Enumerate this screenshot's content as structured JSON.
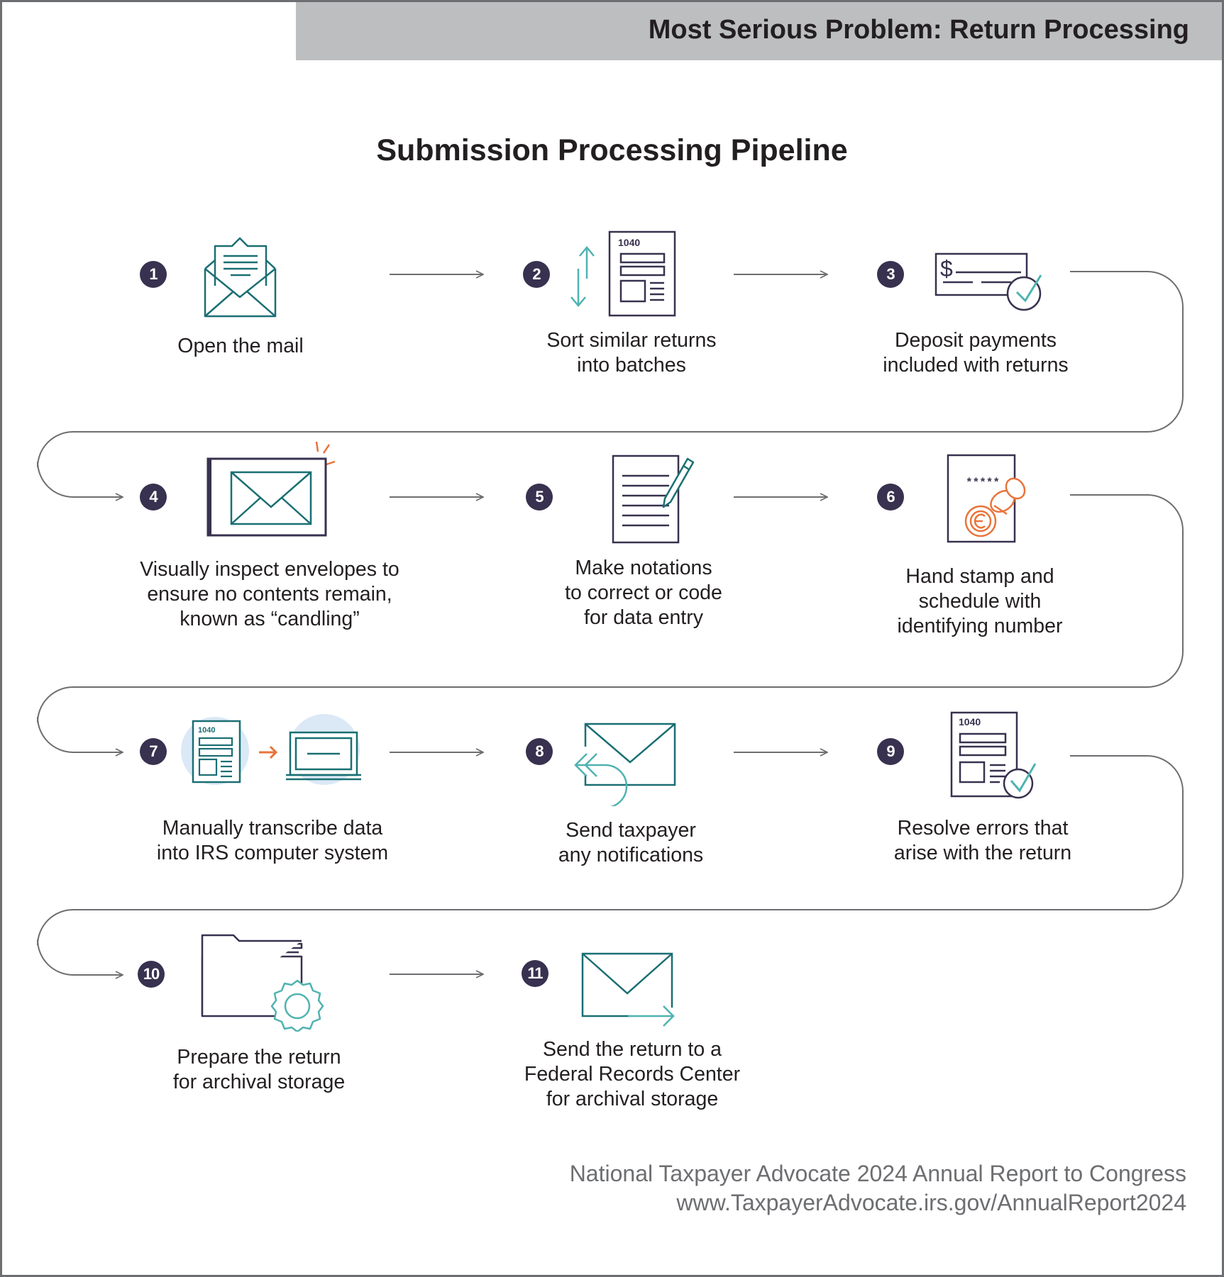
{
  "header": {
    "title": "Most Serious Problem: Return Processing"
  },
  "diagram": {
    "title": "Submission Processing Pipeline",
    "steps": [
      {
        "number": "1",
        "icon": "open-envelope-letter-icon",
        "lines": [
          "Open the mail"
        ]
      },
      {
        "number": "2",
        "icon": "form-1040-sort-icon",
        "form_label": "1040",
        "lines": [
          "Sort similar returns",
          "into batches"
        ]
      },
      {
        "number": "3",
        "icon": "check-payment-icon",
        "lines": [
          "Deposit payments",
          "included with returns"
        ]
      },
      {
        "number": "4",
        "icon": "envelope-candling-icon",
        "lines": [
          "Visually inspect envelopes to",
          "ensure no contents remain,",
          "known as “candling”"
        ]
      },
      {
        "number": "5",
        "icon": "document-pen-icon",
        "lines": [
          "Make notations",
          "to correct or code",
          "for data entry"
        ]
      },
      {
        "number": "6",
        "icon": "stamp-document-icon",
        "stamp_text": "*****",
        "lines": [
          "Hand stamp and",
          "schedule with",
          "identifying number"
        ]
      },
      {
        "number": "7",
        "icon": "form-to-laptop-icon",
        "form_label": "1040",
        "lines": [
          "Manually transcribe data",
          "into IRS computer system"
        ]
      },
      {
        "number": "8",
        "icon": "envelope-reply-icon",
        "lines": [
          "Send taxpayer",
          "any notifications"
        ]
      },
      {
        "number": "9",
        "icon": "form-1040-check-icon",
        "form_label": "1040",
        "lines": [
          "Resolve errors that",
          "arise with the return"
        ]
      },
      {
        "number": "10",
        "icon": "folder-gear-icon",
        "lines": [
          "Prepare the return",
          "for archival storage"
        ]
      },
      {
        "number": "11",
        "icon": "envelope-send-icon",
        "lines": [
          "Send the return to a",
          "Federal Records Center",
          "for archival storage"
        ]
      }
    ]
  },
  "footer": {
    "line1": "National Taxpayer Advocate 2024 Annual Report to Congress",
    "line2": "www.TaxpayerAdvocate.irs.gov/AnnualReport2024"
  },
  "colors": {
    "navy": "#38314f",
    "teal": "#1a6f73",
    "light_teal": "#4fb3b0",
    "orange": "#e8743b",
    "gray": "#6d6e71",
    "header_gray": "#bcbec0",
    "light_blue": "#dbe9f6"
  }
}
